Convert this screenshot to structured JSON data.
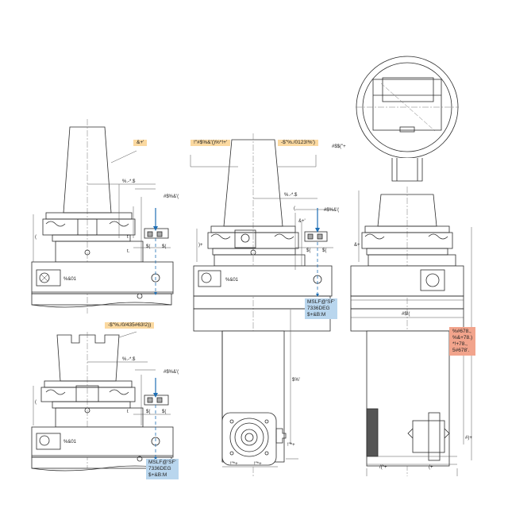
{
  "colors": {
    "line": "#2b2b2b",
    "dim": "#555555",
    "accent_blue": "#1f6fb5",
    "highlight_orange": "#fbd9a0",
    "highlight_blue": "#b9d6ee",
    "highlight_red": "#f2a48c"
  },
  "view1": {
    "callout": "&+'",
    "dim_top": "%.-*.$",
    "dim_side": "#$%&'(",
    "dim_left": "(",
    "dim_left2": "t.",
    "dim_small_a": "$(",
    "dim_small_b": "$(",
    "plate_label": "%&01",
    "dim_t": "t"
  },
  "view2": {
    "callout_left": "!\"#$%&'()%*!+'",
    "callout_right": "-$\"%./0123!%')",
    "dim_top": "%.-*.$",
    "dim_side": "#$%&'(",
    "dim_a": "(",
    "dim_b": "&+'",
    "dim_small_a": "$(",
    "dim_small_b": "$(",
    "dim_left": ")+",
    "plate_label": "%&01",
    "dim_height": "$%'",
    "dim_bottom": "!\"*+",
    "dim_w1": "!\"*+",
    "dim_w2": "!\"*+",
    "note": "MSLF@'SF'\n7336DEG\n$+&B:M"
  },
  "view3": {
    "dim_top": "#$$(\"+",
    "dim_width": "#$!(",
    "dim_height_a": "&+",
    "dim_height_b": "#)+",
    "dim_bottom_a": "/(*+",
    "dim_bottom_b": "(+",
    "note": "%#678.,\n%&+78.)\n*!+78.,\n5#678'."
  },
  "view4": {
    "callout": "-$\"%./0/435#63!2))",
    "dim_top": "%.-*.$",
    "dim_side": "#$%&'(",
    "dim_small_a": "$(",
    "dim_small_b": "$(",
    "dim_left": "(",
    "dim_left2": "t",
    "plate_label": "%&01",
    "note": "MSLF@'SF'\n7336DEG\n$+&B:M"
  }
}
